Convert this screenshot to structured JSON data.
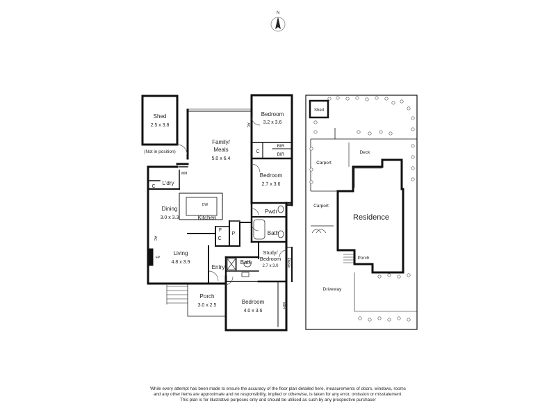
{
  "compass": {
    "label": "N"
  },
  "rooms": {
    "shed": {
      "name": "Shed",
      "dims": "2.5 x 3.8",
      "note": "(Not in position)"
    },
    "family": {
      "name1": "Family/",
      "name2": "Meals",
      "dims": "5.0 x 6.4"
    },
    "bedroom1": {
      "name": "Bedroom",
      "dims": "3.2 x 3.6"
    },
    "bedroom2": {
      "name": "Bedroom",
      "dims": "2.7 x 3.6"
    },
    "bedroom3": {
      "name": "Bedroom",
      "dims": "4.0 x 3.6"
    },
    "laundry": {
      "name": "L'dry"
    },
    "dining": {
      "name": "Dining",
      "dims": "3.0 x 3.3"
    },
    "kitchen": {
      "name": "Kitchen"
    },
    "living": {
      "name": "Living",
      "dims": "4.8 x 3.9"
    },
    "entry": {
      "name": "Entry"
    },
    "porch": {
      "name": "Porch",
      "dims": "3.0 x 2.5"
    },
    "study": {
      "name1": "Study/",
      "name2": "Bedroom",
      "dims": "2.7 x 3.0"
    },
    "pwdr": {
      "name": "Pwdr"
    },
    "bath_upper": {
      "name": "Bath"
    },
    "bath_lower": {
      "name": "Bath"
    }
  },
  "fixtures": {
    "bir_a": "BIR",
    "bir_b": "BIR",
    "bir_c": "BIR",
    "c_a": "C",
    "c_b": "C",
    "c_c": "C",
    "f": "F",
    "p": "P",
    "wm": "WM",
    "dw": "DW",
    "ac_a": "AC",
    "ac_b": "AC",
    "fp": "FP",
    "desk": "Desk"
  },
  "site": {
    "shed": "Shed",
    "deck": "Deck",
    "carport_upper": "Carport",
    "carport_lower": "Carport",
    "residence": "Residence",
    "porch": "Porch",
    "driveway": "Driveway"
  },
  "disclaimer": [
    "While every attempt has been made to ensure the accuracy of the floor plan detailed here, measurements of doors, windows, rooms",
    "and any other items are approximate and no responsibility, implied or otherwise, is taken for any error, omission or misstatement.",
    "This plan is for illustrative purposes only and should be utilised as such by any prospective purchaser"
  ]
}
